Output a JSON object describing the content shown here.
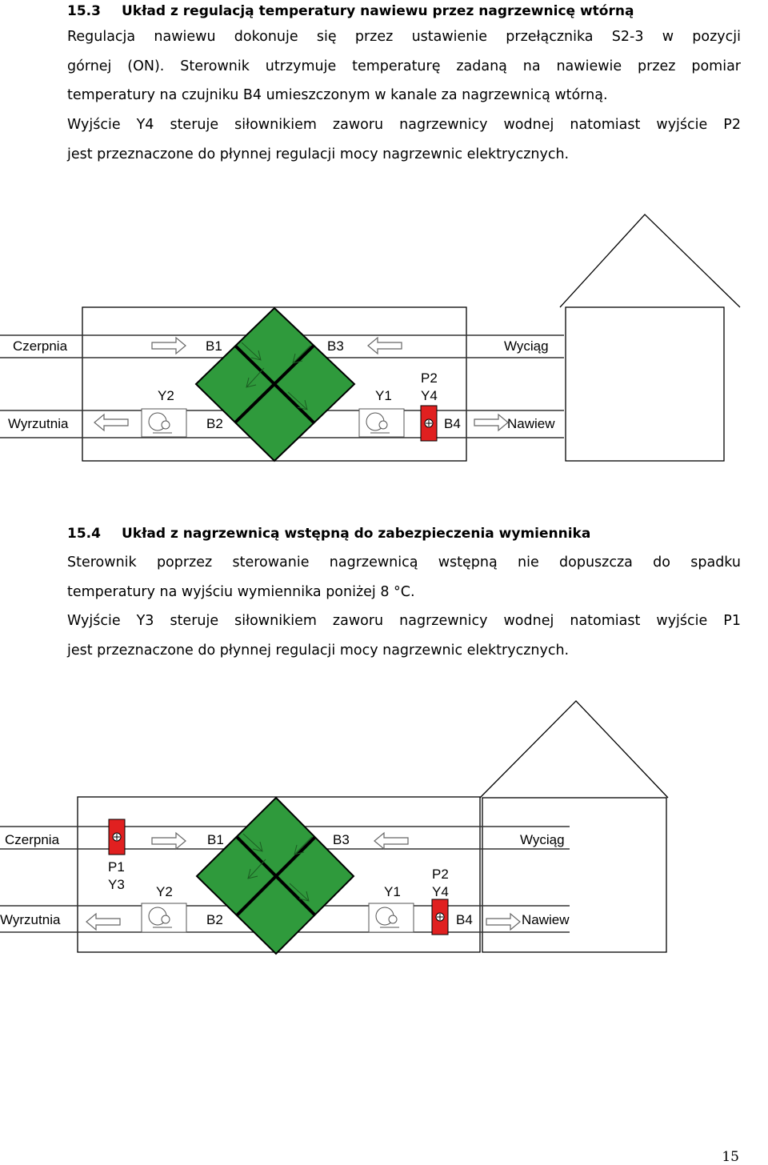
{
  "section_1": {
    "number": "15.3",
    "title": "Układ z regulacją temperatury nawiewu przez nagrzewnicę wtórną",
    "lines": [
      "Regulacja nawiewu dokonuje się przez ustawienie przełącznika S2-3 w pozycji",
      "górnej (ON). Sterownik utrzymuje temperaturę zadaną na nawiewie przez pomiar",
      "temperatury na czujniku B4 umieszczonym w kanale za nagrzewnicą wtórną.",
      "Wyjście Y4 steruje siłownikiem zaworu nagrzewnicy wodnej natomiast wyjście P2",
      "jest przeznaczone do płynnej regulacji mocy nagrzewnic elektrycznych."
    ]
  },
  "diagram_1": {
    "labels": {
      "czerpnia": "Czerpnia",
      "wyrzutnia": "Wyrzutnia",
      "wyciag": "Wyciąg",
      "nawiew": "Nawiew",
      "b1": "B1",
      "b2": "B2",
      "b3": "B3",
      "b4": "B4",
      "y1": "Y1",
      "y2": "Y2",
      "p2": "P2",
      "y4": "Y4"
    }
  },
  "section_2": {
    "number": "15.4",
    "title": "Układ z nagrzewnicą wstępną do zabezpieczenia wymiennika",
    "lines": [
      "Sterownik poprzez sterowanie nagrzewnicą wstępną nie dopuszcza do spadku",
      "temperatury na wyjściu wymiennika poniżej 8 °C.",
      "Wyjście Y3 steruje siłownikiem zaworu nagrzewnicy wodnej natomiast wyjście P1",
      "jest przeznaczone do płynnej regulacji mocy nagrzewnic elektrycznych."
    ]
  },
  "diagram_2": {
    "labels": {
      "czerpnia": "Czerpnia",
      "wyrzutnia": "Wyrzutnia",
      "wyciag": "Wyciąg",
      "nawiew": "Nawiew",
      "b1": "B1",
      "b2": "B2",
      "b3": "B3",
      "b4": "B4",
      "y1": "Y1",
      "y2": "Y2",
      "p1": "P1",
      "y3": "Y3",
      "p2": "P2",
      "y4": "Y4"
    }
  },
  "colors": {
    "exchanger": "#2f9a3c",
    "heater": "#e02020"
  },
  "page_number": "15"
}
